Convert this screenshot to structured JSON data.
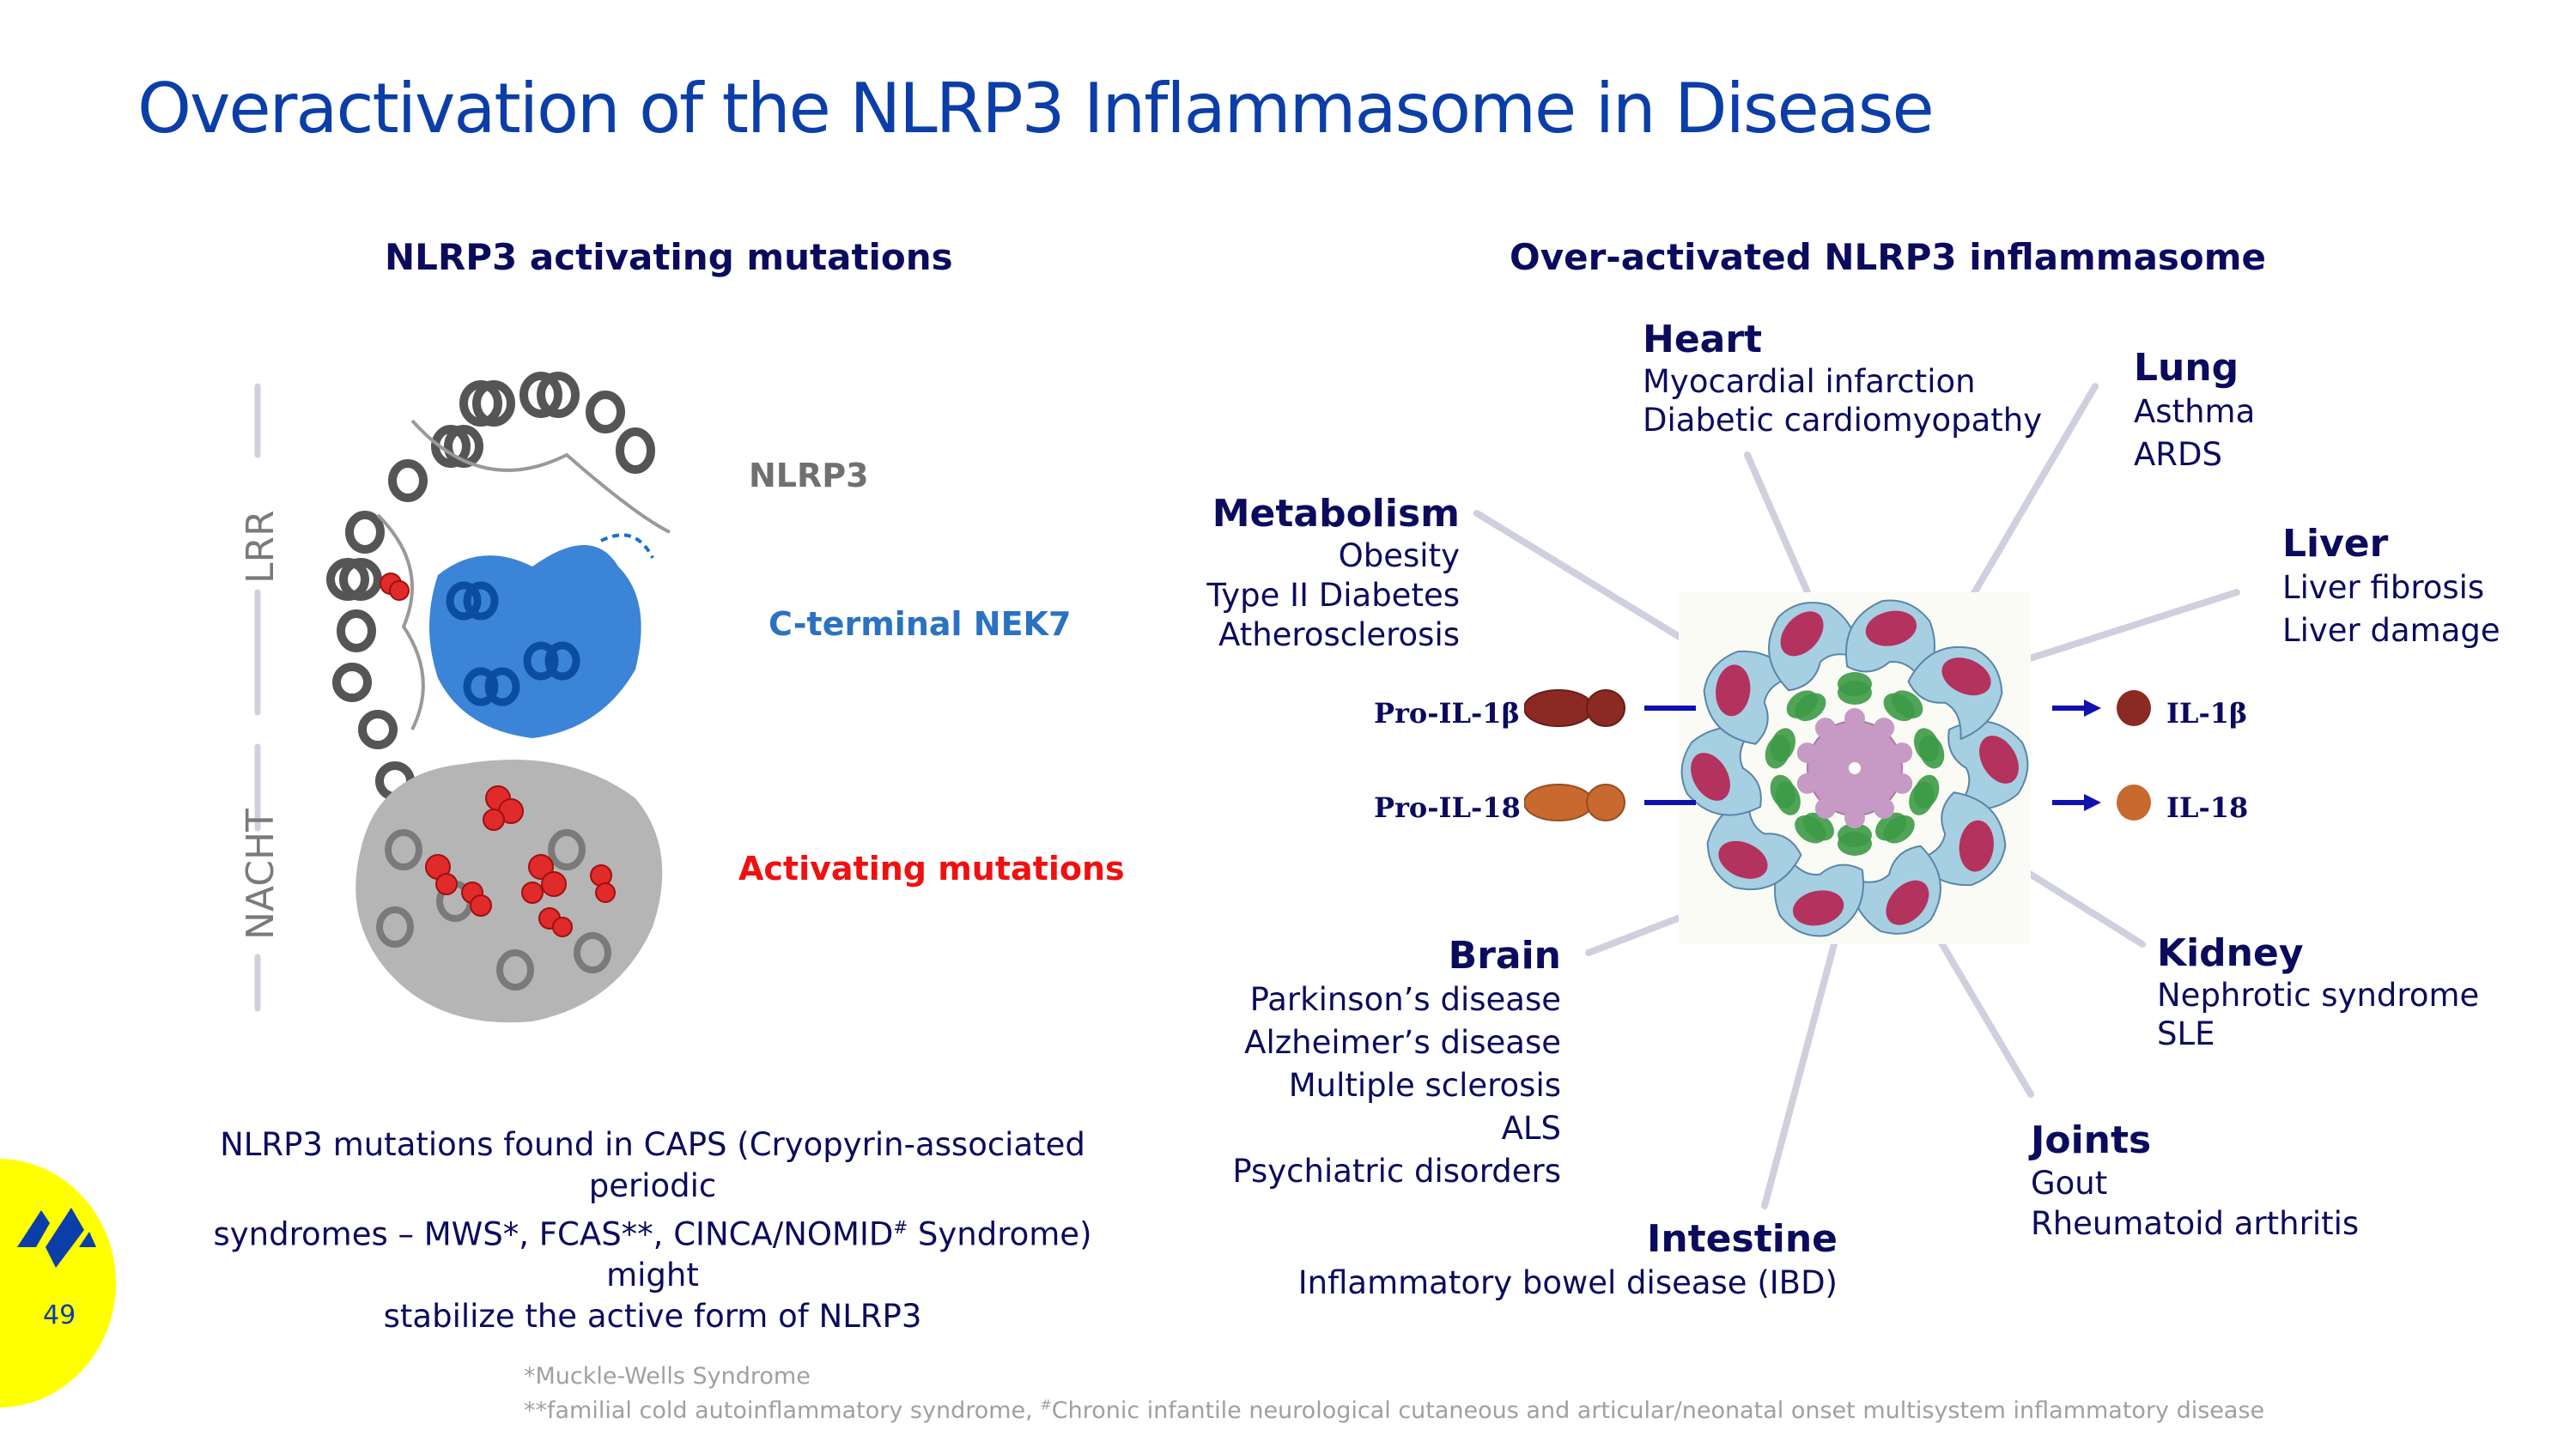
{
  "title": "Overactivation of the NLRP3 Inflammasome in Disease",
  "left_panel": {
    "heading": "NLRP3 activating mutations",
    "domain_labels": [
      "LRR",
      "NACHT"
    ],
    "structure_labels": {
      "nlrp3": "NLRP3",
      "nek7": "C-terminal NEK7",
      "mutations": "Activating mutations"
    },
    "caption_lines": [
      "NLRP3 mutations found in CAPS (Cryopyrin-associated periodic",
      "syndromes – MWS*, FCAS**, CINCA/NOMID",
      "#",
      " Syndrome) might",
      "stabilize the active form of NLRP3"
    ]
  },
  "right_panel": {
    "heading": "Over-activated NLRP3 inflammasome",
    "organs": {
      "heart": {
        "name": "Heart",
        "items": [
          "Myocardial infarction",
          "Diabetic cardiomyopathy"
        ]
      },
      "lung": {
        "name": "Lung",
        "items": [
          "Asthma",
          "ARDS"
        ]
      },
      "metabolism": {
        "name": "Metabolism",
        "items": [
          "Obesity",
          "Type II Diabetes",
          "Atherosclerosis"
        ]
      },
      "liver": {
        "name": "Liver",
        "items": [
          "Liver fibrosis",
          "Liver damage"
        ]
      },
      "brain": {
        "name": "Brain",
        "items": [
          "Parkinson’s disease",
          "Alzheimer’s disease",
          "Multiple sclerosis",
          "ALS",
          "Psychiatric disorders"
        ]
      },
      "kidney": {
        "name": "Kidney",
        "items": [
          "Nephrotic syndrome",
          "SLE"
        ]
      },
      "joints": {
        "name": "Joints",
        "items": [
          "Gout",
          "Rheumatoid arthritis"
        ]
      },
      "intestine": {
        "name": "Intestine",
        "items": [
          "Inflammatory bowel disease (IBD)"
        ]
      }
    },
    "cytokines": {
      "pro_il1b": "Pro-IL-1β",
      "pro_il18": "Pro-IL-18",
      "il1b": "IL-1β",
      "il18": "IL-18"
    },
    "colors": {
      "il1b": "#8b2a22",
      "il18": "#c8692f",
      "nlrp3_body": "#a6cfe2",
      "nlrp3_domain": "#b3325e",
      "asc": "#3c9a47",
      "caspase_core": "#c79ac6",
      "arrow": "#1010b0"
    }
  },
  "footnotes": {
    "line1": "*Muckle-Wells Syndrome",
    "line2_a": "**familial cold autoinflammatory syndrome, ",
    "line2_sup": "#",
    "line2_b": "Chronic infantile neurological cutaneous and articular/neonatal onset multisystem inflammatory disease"
  },
  "badge": {
    "page_number": "49",
    "logo_icon": "company-logo-icon"
  }
}
